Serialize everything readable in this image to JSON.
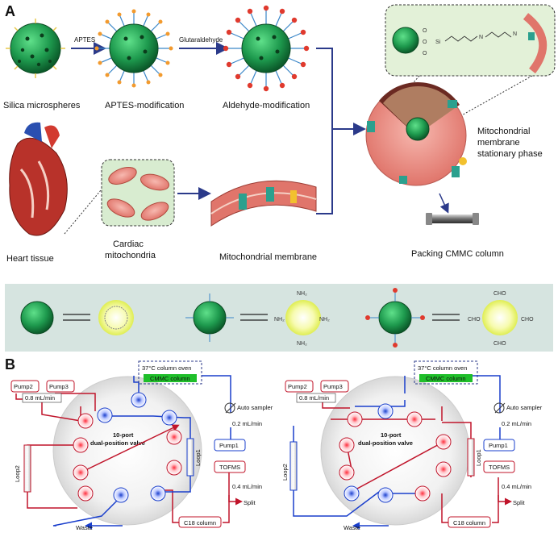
{
  "panel_a": {
    "label": "A",
    "arrow_aptes": "APTES",
    "arrow_glutaraldehyde": "Glutaraldehyde",
    "silica": "Silica microspheres",
    "aptes_mod": "APTES-modification",
    "aldehyde_mod": "Aldehyde-modification",
    "heart": "Heart tissue",
    "cardiac_1": "Cardiac",
    "cardiac_2": "mitochondria",
    "mito_membrane": "Mitochondrial membrane",
    "stationary_1": "Mitochondrial",
    "stationary_2": "membrane",
    "stationary_3": "stationary phase",
    "packing": "Packing CMMC column",
    "chem_o": "O",
    "chem_si": "Si",
    "chem_n": "N",
    "nh2": "NH₂",
    "cho": "CHO"
  },
  "panel_b": {
    "label": "B",
    "left": {
      "oven": "37°C column oven",
      "cmmc": "CMMC column",
      "pump2": "Pump2",
      "pump3": "Pump3",
      "flow1": "0.8 mL/min",
      "valve_1": "10-port",
      "valve_2": "dual-position valve",
      "loop1": "Loop1",
      "loop2": "Loop2",
      "auto": "Auto sampler",
      "flow2": "0.2 mL/min",
      "pump1": "Pump1",
      "tofms": "TOFMS",
      "flow3": "0.4 mL/min",
      "split": "Split",
      "c18": "C18 column",
      "waste": "Waste"
    },
    "right": {
      "oven": "37°C column oven",
      "cmmc": "CMMC column",
      "pump2": "Pump2",
      "pump3": "Pump3",
      "flow1": "0.8 mL/min",
      "valve_1": "10-port",
      "valve_2": "dual-position valve",
      "loop1": "Loop1",
      "loop2": "Loop2",
      "auto": "Auto sampler",
      "flow2": "0.2 mL/min",
      "pump1": "Pump1",
      "tofms": "TOFMS",
      "flow3": "0.4 mL/min",
      "split": "Split",
      "c18": "C18 column",
      "waste": "Waste"
    }
  },
  "colors": {
    "blue_line": "#1a3fcc",
    "red_line": "#c0142a",
    "arrow_navy": "#2b3a8a",
    "cmmc_green": "#1fbf2a",
    "panel_bg": "#d6e4e0"
  }
}
